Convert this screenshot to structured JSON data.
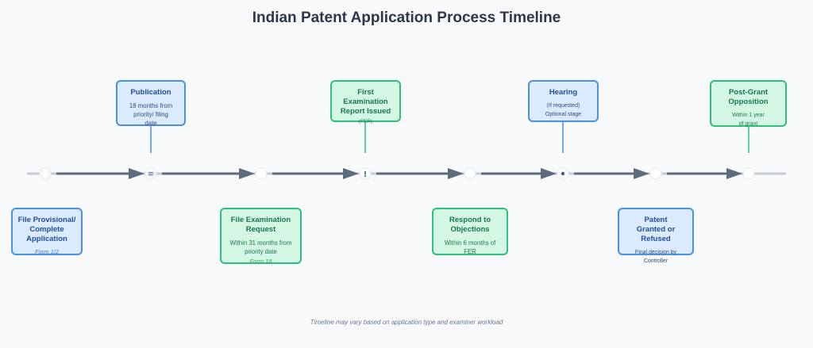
{
  "title": "Indian Patent Application Process Timeline",
  "footnote": "Timeline may vary based on application type and examiner workload",
  "colors": {
    "blue": "#4a8fe0",
    "green": "#2fbf7c",
    "axis": "#c2ccd6",
    "arrow": "#5d6b7c"
  },
  "stages": [
    {
      "id": "filing",
      "position": "below",
      "color": "blue",
      "icon": "document-icon",
      "title": "File Provisional/ Complete Application",
      "detail": "",
      "form": "Form 1/2"
    },
    {
      "id": "publication",
      "position": "above",
      "color": "blue",
      "icon": "list-icon",
      "title": "Publication",
      "detail": "18 months from priority/ filing date",
      "form": ""
    },
    {
      "id": "exam-request",
      "position": "below",
      "color": "green",
      "icon": "search-icon",
      "title": "File Examination Request",
      "detail": "Within 31 months from priority date",
      "form": "Form 18"
    },
    {
      "id": "fer",
      "position": "above",
      "color": "green",
      "icon": "alert-icon",
      "title": "First Examination Report Issued",
      "detail": "(FER)",
      "form": ""
    },
    {
      "id": "respond",
      "position": "below",
      "color": "green",
      "icon": "reply-icon",
      "title": "Respond to Objections",
      "detail": "Within 6 months of FER",
      "form": ""
    },
    {
      "id": "hearing",
      "position": "above",
      "color": "blue",
      "icon": "dot-icon",
      "title": "Hearing",
      "detail": "(If requested) Optional stage",
      "form": ""
    },
    {
      "id": "grant",
      "position": "below",
      "color": "blue",
      "icon": "check-icon",
      "title": "Patent Granted or Refused",
      "detail": "Final decision by Controller",
      "form": ""
    },
    {
      "id": "opposition",
      "position": "above",
      "color": "green",
      "icon": "shield-icon",
      "title": "Post-Grant Opposition",
      "detail": "Within 1 year of grant",
      "form": ""
    }
  ]
}
